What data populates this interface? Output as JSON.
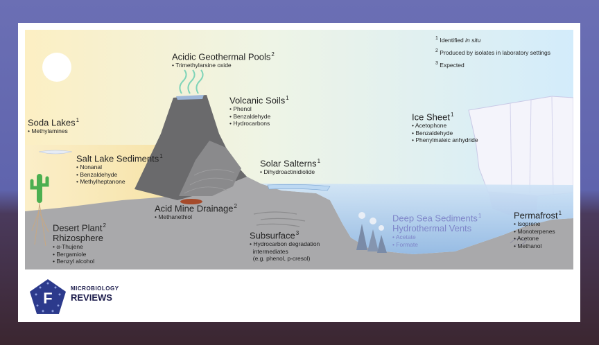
{
  "footnotes": {
    "n1": "Identified",
    "n1_italic": "in situ",
    "n2": "Produced by isolates in laboratory settings",
    "n3": "Expected"
  },
  "labels": {
    "acidic_pools": {
      "title": "Acidic Geothermal Pools",
      "sup": "2",
      "items": [
        "Trimethylarsine oxide"
      ]
    },
    "soda_lakes": {
      "title": "Soda Lakes",
      "sup": "1",
      "items": [
        "Methylamines"
      ]
    },
    "volcanic_soils": {
      "title": "Volcanic Soils",
      "sup": "1",
      "items": [
        "Phenol",
        "Benzaldehyde",
        "Hydrocarbons"
      ]
    },
    "salt_lake": {
      "title": "Salt Lake Sediments",
      "sup": "1",
      "items": [
        "Nonanal",
        "Benzaldehyde",
        "Methylheptanone"
      ]
    },
    "solar_salterns": {
      "title": "Solar Salterns",
      "sup": "1",
      "items": [
        "Dihydroactinidiolide"
      ]
    },
    "ice_sheet": {
      "title": "Ice Sheet",
      "sup": "1",
      "items": [
        "Acetophone",
        "Benzaldehyde",
        "Phenylmaleic anhydride"
      ]
    },
    "acid_mine": {
      "title": "Acid Mine Drainage",
      "sup": "2",
      "items": [
        "Methanethiol"
      ]
    },
    "desert_plant": {
      "title_line1": "Desert Plant",
      "title_line2": "Rhizosphere",
      "sup": "2",
      "items": [
        "α-Thujene",
        "Bergamiole",
        "Benzyl alcohol"
      ]
    },
    "subsurface": {
      "title": "Subsurface",
      "sup": "3",
      "items": [
        "Hydrocarbon degradation",
        "intermediates",
        "(e.g. phenol, p-cresol)"
      ]
    },
    "deep_sea": {
      "title_line1": "Deep Sea Sediments",
      "title_line2": "Hydrothermal Vents",
      "sup": "1",
      "items": [
        "Acetate",
        "Formate"
      ]
    },
    "permafrost": {
      "title": "Permafrost",
      "sup": "1",
      "items": [
        "Isoprene",
        "Monoterpenes",
        "Acetone",
        "Methanol"
      ]
    }
  },
  "logo": {
    "letter": "F",
    "line1": "MICROBIOLOGY",
    "line2": "REVIEWS"
  },
  "colors": {
    "sky_warm": "#fbf1c8",
    "sky_cool": "#d8eefb",
    "ground": "#a9a9ab",
    "volcano": "#6a6a6c",
    "water": "#a9c9ea",
    "ice": "#f2f3fa",
    "label_blue": "#7f86c9"
  }
}
